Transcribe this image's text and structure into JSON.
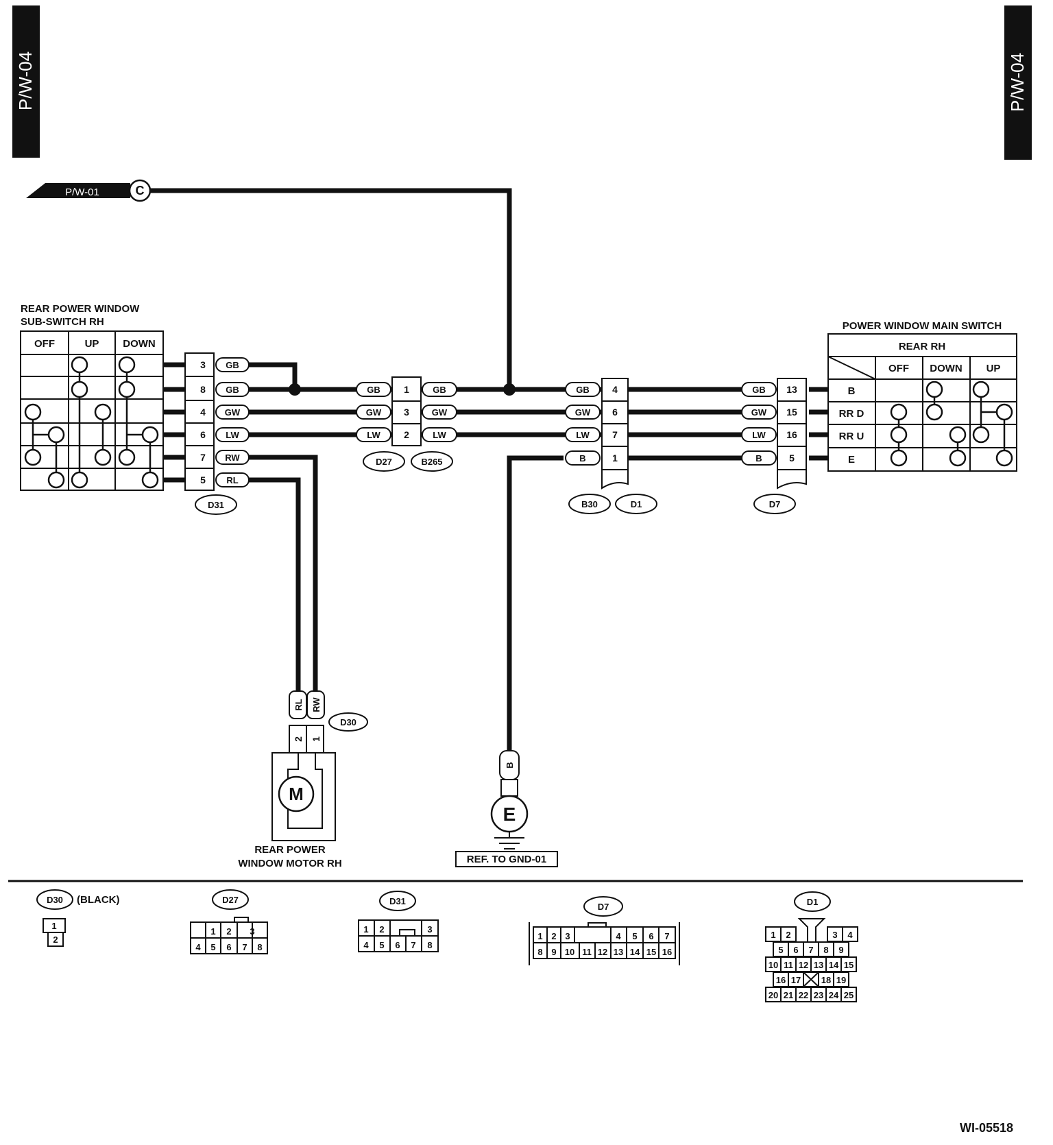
{
  "page_tag": "P/W-04",
  "figure_id": "WI-05518",
  "offpage": {
    "ref": "P/W-01",
    "point": "C"
  },
  "sub_switch": {
    "title_line1": "REAR POWER WINDOW",
    "title_line2": "SUB-SWITCH RH",
    "cols": [
      "OFF",
      "UP",
      "DOWN"
    ]
  },
  "main_switch": {
    "title": "POWER WINDOW MAIN SWITCH",
    "group": "REAR RH",
    "cols": [
      "OFF",
      "DOWN",
      "UP"
    ],
    "rows": [
      "B",
      "RR D",
      "RR U",
      "E"
    ]
  },
  "connectors": {
    "d31": {
      "id": "D31",
      "pins": [
        "3",
        "8",
        "4",
        "6",
        "7",
        "5"
      ],
      "wires": [
        "GB",
        "GB",
        "GW",
        "LW",
        "RW",
        "RL"
      ]
    },
    "d27": {
      "id": "D27",
      "pins": [
        "1",
        "3",
        "2"
      ],
      "wires_left": [
        "GB",
        "GW",
        "LW"
      ],
      "wires_right": [
        "GB",
        "GW",
        "LW"
      ]
    },
    "b265": {
      "id": "B265"
    },
    "b30": {
      "id": "B30"
    },
    "d1": {
      "id": "D1",
      "pins": [
        "4",
        "6",
        "7",
        "1"
      ],
      "wires": [
        "GB",
        "GW",
        "LW",
        "B"
      ]
    },
    "d7": {
      "id": "D7",
      "pins": [
        "13",
        "15",
        "16",
        "5"
      ],
      "wires": [
        "GB",
        "GW",
        "LW",
        "B"
      ]
    },
    "d30": {
      "id": "D30",
      "pins": [
        "2",
        "1"
      ],
      "wires": [
        "RL",
        "RW"
      ],
      "color": "(BLACK)"
    }
  },
  "motor": {
    "symbol": "M",
    "label_line1": "REAR POWER",
    "label_line2": "WINDOW MOTOR RH"
  },
  "ground": {
    "wire": "B",
    "symbol": "E",
    "ref": "REF. TO GND-01"
  },
  "face_views": {
    "d30": {
      "id": "D30",
      "note": "(BLACK)",
      "pins": [
        "1",
        "2"
      ]
    },
    "d27": {
      "id": "D27",
      "row1": [
        "1",
        "2",
        "3"
      ],
      "row2": [
        "4",
        "5",
        "6",
        "7",
        "8"
      ]
    },
    "d31": {
      "id": "D31",
      "row1": [
        "1",
        "2",
        "3"
      ],
      "row2": [
        "4",
        "5",
        "6",
        "7",
        "8"
      ]
    },
    "d7": {
      "id": "D7",
      "row1": [
        "1",
        "2",
        "3",
        "4",
        "5",
        "6",
        "7"
      ],
      "row2": [
        "8",
        "9",
        "10",
        "11",
        "12",
        "13",
        "14",
        "15",
        "16"
      ]
    },
    "d1": {
      "id": "D1",
      "row1": [
        "1",
        "2",
        "3",
        "4"
      ],
      "row2": [
        "5",
        "6",
        "7",
        "8",
        "9"
      ],
      "row3": [
        "10",
        "11",
        "12",
        "13",
        "14",
        "15"
      ],
      "row4": [
        "16",
        "17",
        "18",
        "19"
      ],
      "row5": [
        "20",
        "21",
        "22",
        "23",
        "24",
        "25"
      ]
    }
  }
}
